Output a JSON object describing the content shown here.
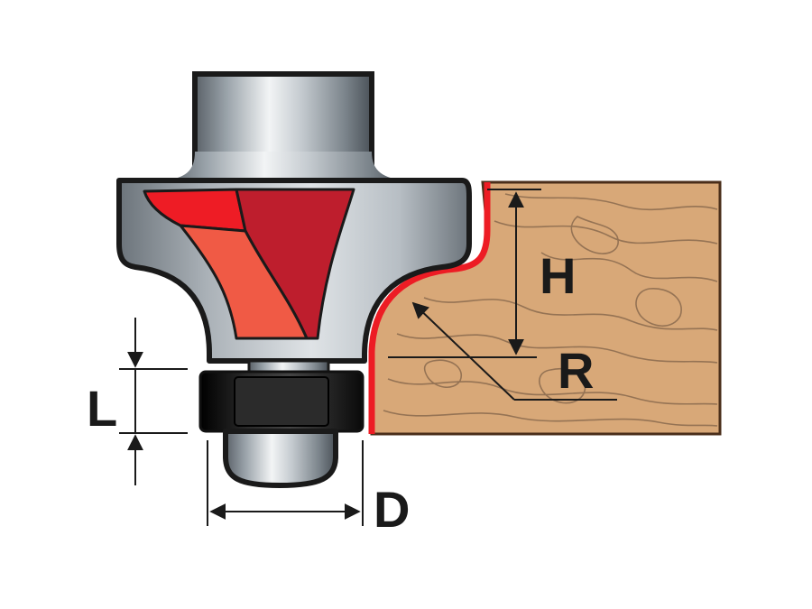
{
  "labels": {
    "height": "H",
    "radius": "R",
    "bearing_length": "L",
    "diameter": "D"
  },
  "colors": {
    "outline": "#1a1a1a",
    "steel_light": "#eef1f3",
    "steel_mid": "#9ea6ad",
    "steel_dark": "#4a5158",
    "carbide_light": "#ee1c25",
    "carbide_dark": "#be1e2d",
    "carbide_orange": "#f05a45",
    "wood": "#d8a878",
    "wood_grain": "#8a6a4e",
    "cut_profile": "#ed1c24",
    "bearing": "#1c1c1c"
  }
}
